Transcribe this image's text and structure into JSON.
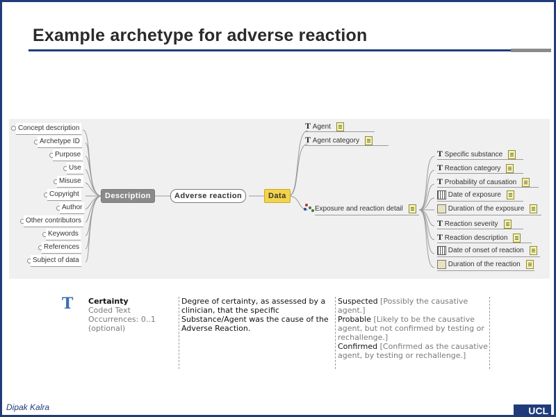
{
  "slide": {
    "title": "Example archetype for adverse reaction",
    "author": "Dipak Kalra",
    "logo_text": "UCL"
  },
  "mindmap": {
    "left_nodes": [
      "Concept description",
      "Archetype ID",
      "Purpose",
      "Use",
      "Misuse",
      "Copyright",
      "Author",
      "Other contributors",
      "Keywords",
      "References",
      "Subject of data"
    ],
    "hubs": {
      "description": "Description",
      "root": "Adverse reaction",
      "data": "Data"
    },
    "data_nodes": [
      {
        "label": "Agent",
        "icon": "text-type-icon"
      },
      {
        "label": "Agent category",
        "icon": "text-type-icon"
      },
      {
        "label": "Exposure and reaction detail",
        "icon": "cluster-icon"
      }
    ],
    "detail_nodes": [
      {
        "label": "Specific substance",
        "icon": "text-type-icon"
      },
      {
        "label": "Reaction category",
        "icon": "text-type-icon"
      },
      {
        "label": "Probability of causation",
        "icon": "text-type-icon"
      },
      {
        "label": "Date of exposure",
        "icon": "datetime-icon"
      },
      {
        "label": "Duration of the exposure",
        "icon": "duration-icon"
      },
      {
        "label": "Reaction severity",
        "icon": "text-type-icon"
      },
      {
        "label": "Reaction description",
        "icon": "text-type-icon"
      },
      {
        "label": "Date of onset of reaction",
        "icon": "datetime-icon"
      },
      {
        "label": "Duration of the reaction",
        "icon": "duration-icon"
      }
    ]
  },
  "detail_table": {
    "icon_letter": "T",
    "name": "Certainty",
    "type": "Coded Text",
    "occurrences": "Occurrences: 0..1",
    "optional": "(optional)",
    "description": "Degree of certainty, as assessed by a clinician, that the specific Substance/Agent was the cause of the Adverse Reaction.",
    "values": [
      {
        "term": "Suspected",
        "desc": "[Possibly the causative agent.]"
      },
      {
        "term": "Probable",
        "desc": "[Likely to be the causative agent, but not confirmed by testing or rechallenge.]"
      },
      {
        "term": "Confirmed",
        "desc": "[Confirmed as the causative agent, by testing or rechallenge.]"
      }
    ]
  }
}
